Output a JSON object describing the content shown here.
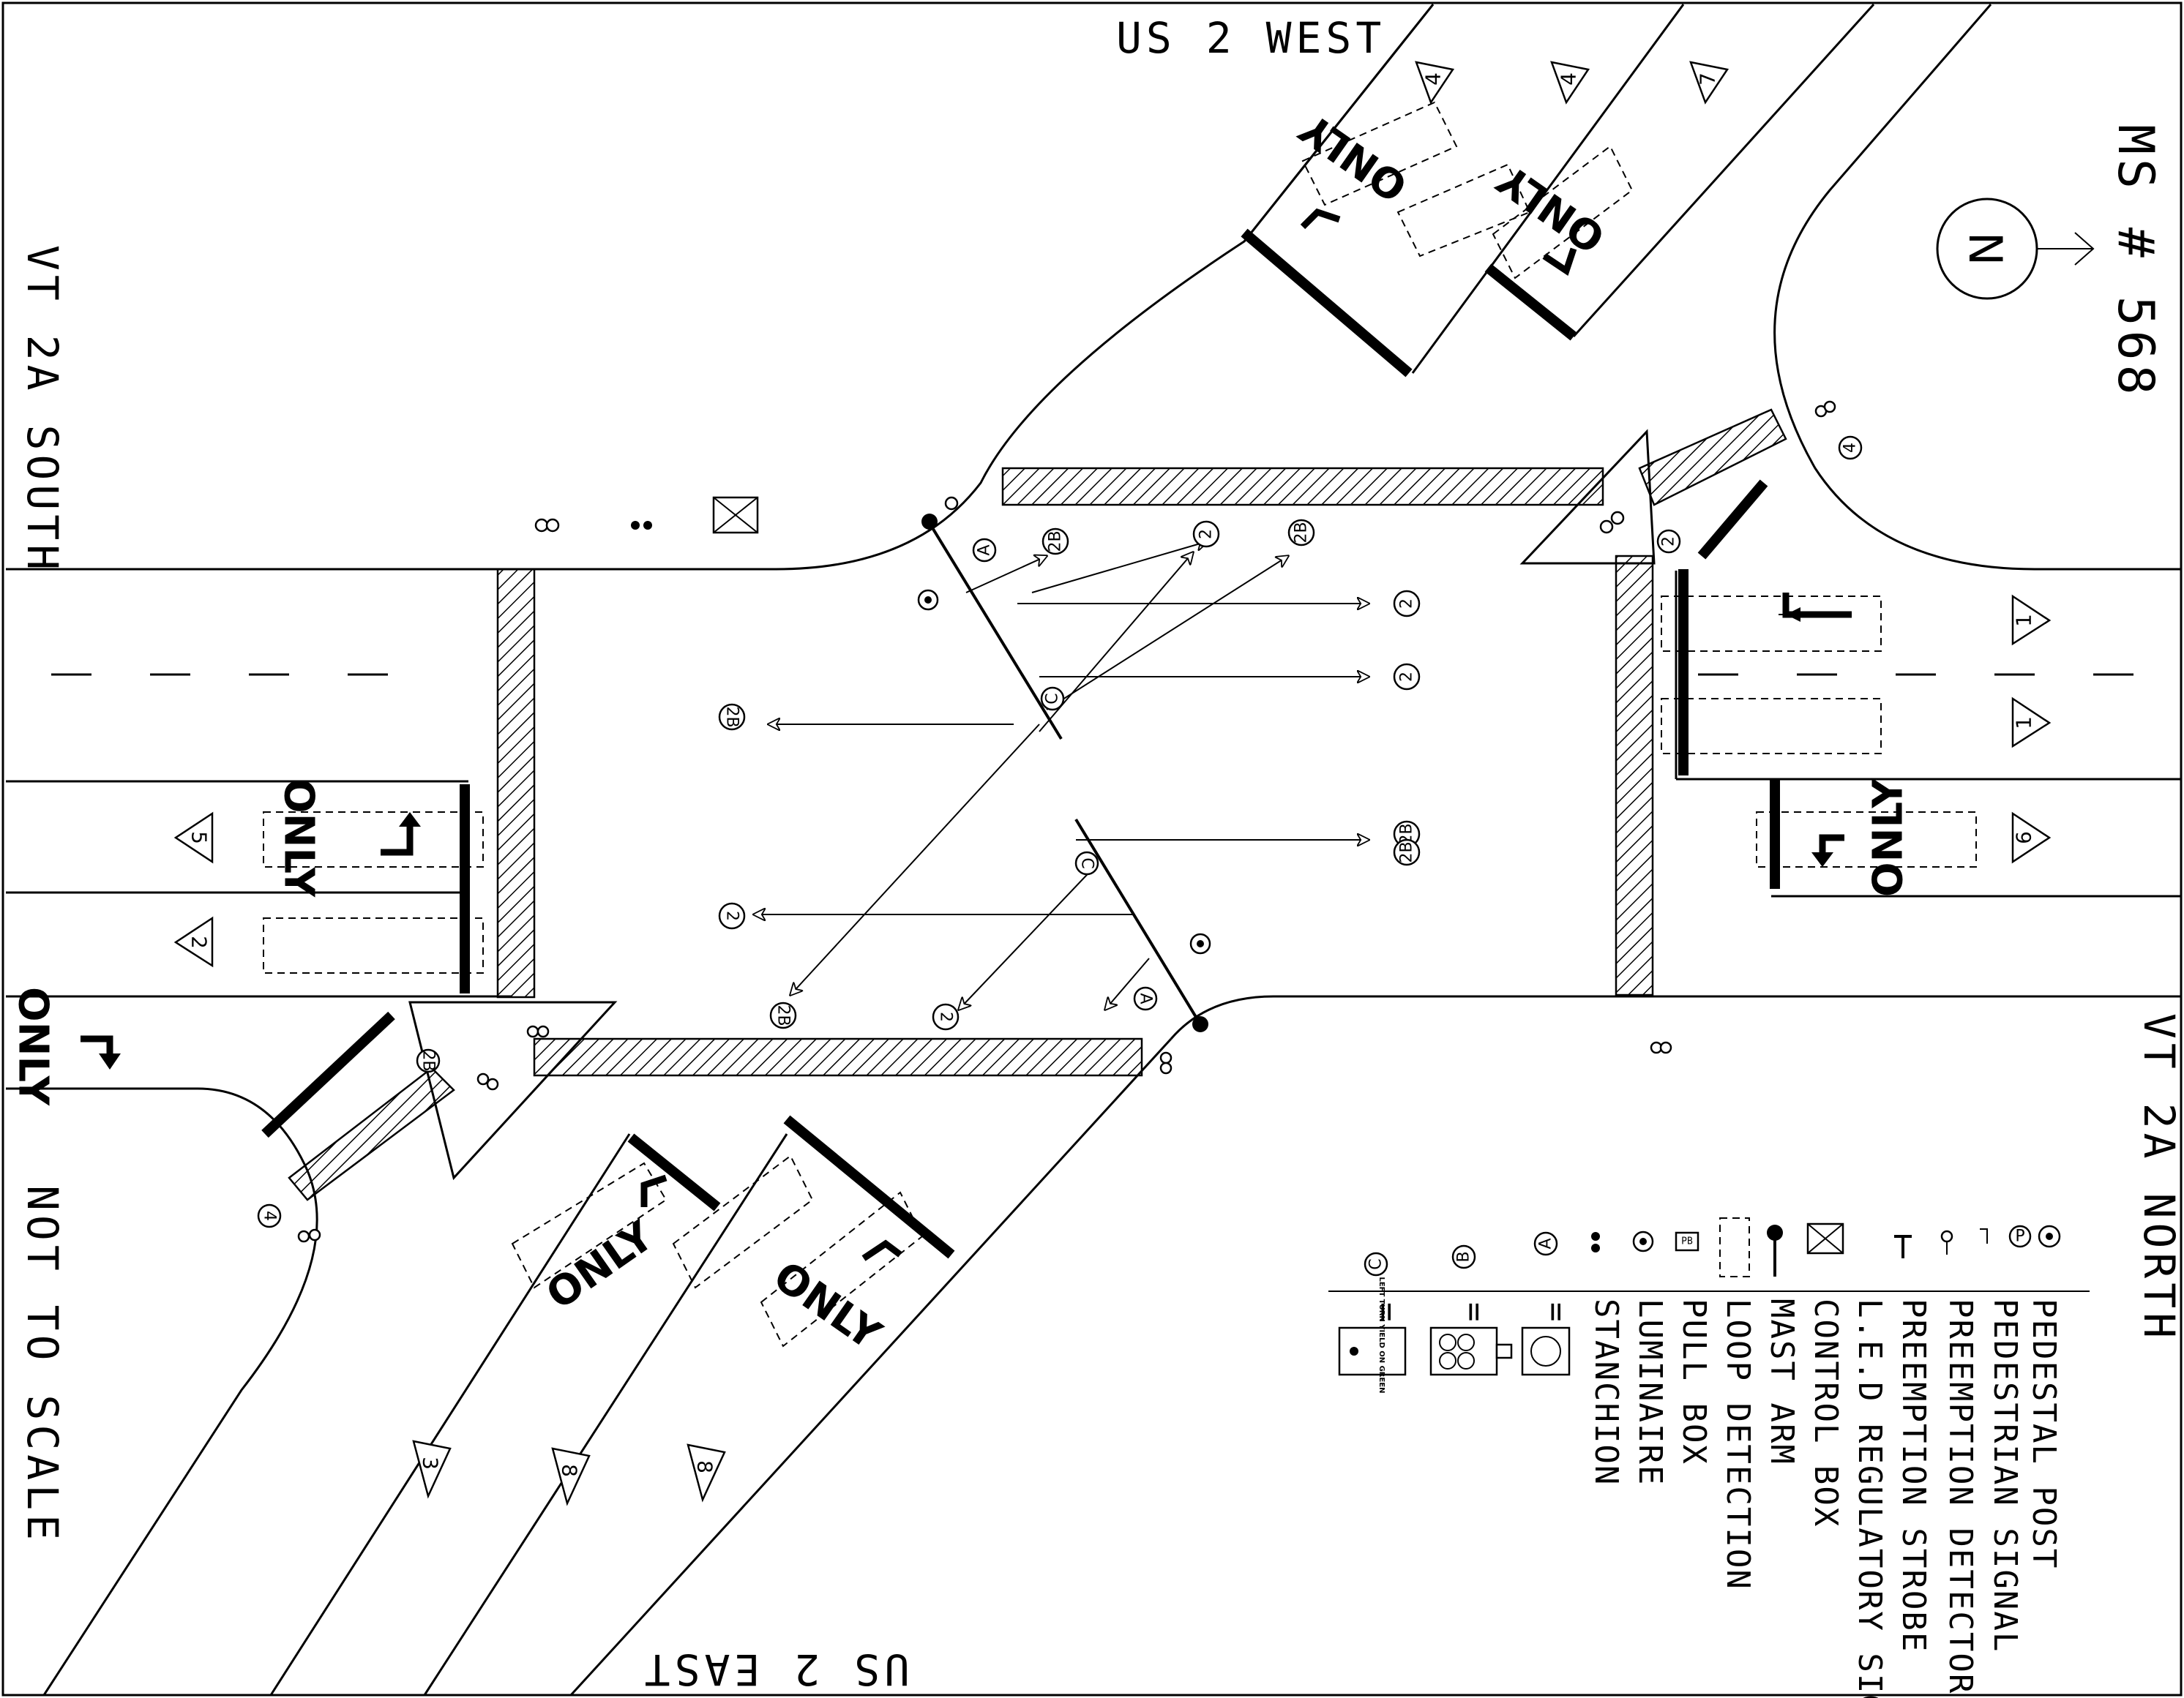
{
  "streets": {
    "north": "US 2 WEST",
    "south": "US 2 EAST",
    "west": "VT 2A SOUTH",
    "east": "VT 2A NORTH",
    "ms_number": "MS # 568",
    "scale_note": "NOT TO SCALE",
    "north_arrow": "N"
  },
  "pavement_word": "ONLY",
  "lane_numbers": {
    "north_left": "4",
    "north_mid": "4",
    "north_right": "7",
    "east_top": "1",
    "east_mid": "1",
    "east_bottom": "6",
    "west_top": "5",
    "west_bottom": "2",
    "south_left": "3",
    "south_mid": "8",
    "south_right": "8"
  },
  "signal_heads": {
    "h1": "2",
    "h2": "2",
    "h3": "2B",
    "h4": "2B",
    "h5": "2B",
    "h6": "2",
    "h7": "2",
    "h8": "2B",
    "h9": "2B",
    "h10": "2",
    "h11": "2B",
    "s1": "A",
    "s2": "C",
    "s3": "A",
    "s4": "C",
    "p1": "2B",
    "p2": "4",
    "p3": "4",
    "p4": "2"
  },
  "legend": {
    "items": [
      "PEDESTAL POST",
      "PEDESTRIAN SIGNAL",
      "PREEMPTION DETECTOR",
      "PREEMPTION STROBE",
      "L.E.D REGULATORY SIGN",
      "CONTROL BOX",
      "MAST ARM",
      "LOOP DETECTION",
      "PULL BOX",
      "LUMINAIRE",
      "STANCHION"
    ],
    "codes": [
      {
        "key": "A",
        "eq": "="
      },
      {
        "key": "B",
        "eq": "="
      },
      {
        "key": "C",
        "eq": "="
      }
    ],
    "sign_text": "LEFT TURN YIELD ON GREEN",
    "pull_box_text": "PB"
  }
}
